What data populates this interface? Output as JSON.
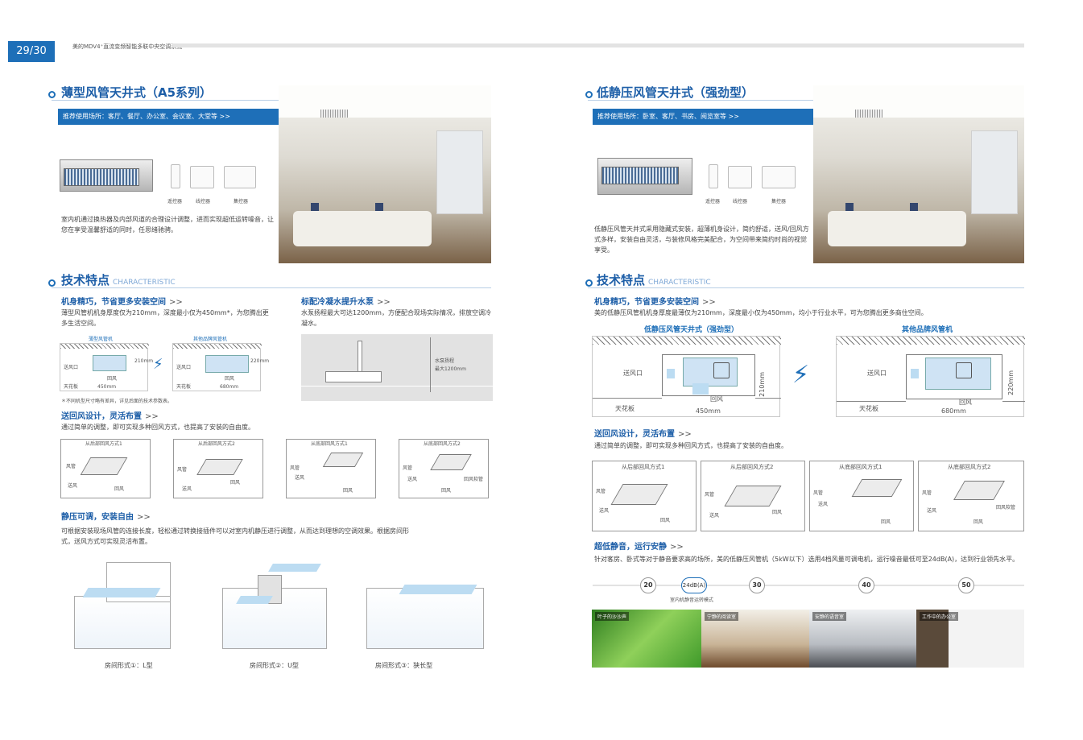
{
  "header": {
    "page_number": "29/30",
    "title": "美的MDV4⁺直流变频智能多联中央空调系统"
  },
  "left": {
    "title": "薄型风管天井式（A5系列）",
    "recommend": "推荐使用场所：客厅、餐厅、办公室、会议室、大堂等 >>",
    "controllers": [
      "遥控器",
      "线控器",
      "集控器"
    ],
    "intro": "室内机通过换热器及内部风道的合理设计调整，进而实现超低运转噪音，让您在享受温馨舒适的同时，任思绪驰骋。",
    "tech_title": "技术特点",
    "tech_title_en": "CHARACTERISTIC",
    "f1_title": "机身精巧，节省更多安装空间",
    "f1_desc": "薄型风管机机身厚度仅为210mm，深度最小仅为450mm*，为您腾出更多生活空间。",
    "f1_labels": {
      "a": "薄型风管机",
      "b": "其他品牌风管机",
      "supply": "送风口",
      "ret": "回风",
      "ceiling": "天花板",
      "d1": "450mm",
      "d2": "680mm",
      "h1": "210mm",
      "h2": "220mm"
    },
    "f1_note": "＊不同机型尺寸略有差异，详见后面的技术参数表。",
    "f2_title": "标配冷凝水提升水泵",
    "f2_desc": "水泵扬程最大可达1200mm，方便配合现场实际情况，排放空调冷凝水。",
    "f2_labels": {
      "l1": "水泵扬程",
      "l2": "最大1200mm"
    },
    "f3_title": "送回风设计，灵活布置",
    "f3_desc": "通过简单的调整，即可实现多种回风方式，也提高了安装的自由度。",
    "return_modes": [
      "从后部回风方式1",
      "从后部回风方式2",
      "从底部回风方式1",
      "从底部回风方式2"
    ],
    "mode_labels": {
      "duct": "风管",
      "supply": "送风",
      "ret": "回风",
      "soft": "回风软管"
    },
    "f4_title": "静压可调，安装自由",
    "f4_desc": "可根据安装现场风管的连接长度，轻松通过转换接插件可以对室内机静压进行调整，从而达到理想的空调效果。根据房间形式，送风方式可实现灵活布置。",
    "rooms": [
      "房间形式①：L型",
      "房间形式②：U型",
      "房间形式③：狭长型"
    ]
  },
  "right": {
    "title": "低静压风管天井式（强劲型）",
    "recommend": "推荐使用场所：卧室、客厅、书房、阅览室等 >>",
    "controllers": [
      "遥控器",
      "线控器",
      "集控器"
    ],
    "intro": "低静压风管天井式采用隐藏式安装，超薄机身设计，简约舒适，送风/回风方式多样，安装自由灵活，与装修风格完美配合，为空间带来简约时尚的视觉享受。",
    "tech_title": "技术特点",
    "tech_title_en": "CHARACTERISTIC",
    "f1_title": "机身精巧，节省更多安装空间",
    "f1_desc": "美的低静压风管机机身厚度最薄仅为210mm，深度最小仅为450mm，均小于行业水平，可为您腾出更多商住空间。",
    "f1_labels": {
      "a": "低静压风管天井式（强劲型）",
      "b": "其他品牌风管机",
      "supply": "送风口",
      "ret": "回风",
      "ceiling": "天花板",
      "d1": "450mm",
      "d2": "680mm",
      "h1": "210mm",
      "h2": "220mm"
    },
    "f3_title": "送回风设计，灵活布置",
    "f3_desc": "通过简单的调整，即可实现多种回风方式，也提高了安装的自由度。",
    "return_modes": [
      "从后部回风方式1",
      "从后部回风方式2",
      "从底部回风方式1",
      "从底部回风方式2"
    ],
    "mode_labels": {
      "duct": "风管",
      "supply": "送风",
      "ret": "回风",
      "soft": "回风软管"
    },
    "f5_title": "超低静音，运行安静",
    "f5_desc": "针对客房、卧式等对于静音要求高的场所，美的低静压风管机（5kW以下）选用4档风量可调电机，运行噪音最低可至24dB(A)，达到行业领先水平。",
    "noise_scale": [
      "20",
      "24dB(A)",
      "30",
      "40",
      "50"
    ],
    "noise_caption": "室内机静音运转模式",
    "scenes": [
      "叶子的沙沙声",
      "宁静的阅读室",
      "安静的语音室",
      "工作中的办公室"
    ]
  },
  "colors": {
    "brand_blue": "#1e6fb8"
  }
}
